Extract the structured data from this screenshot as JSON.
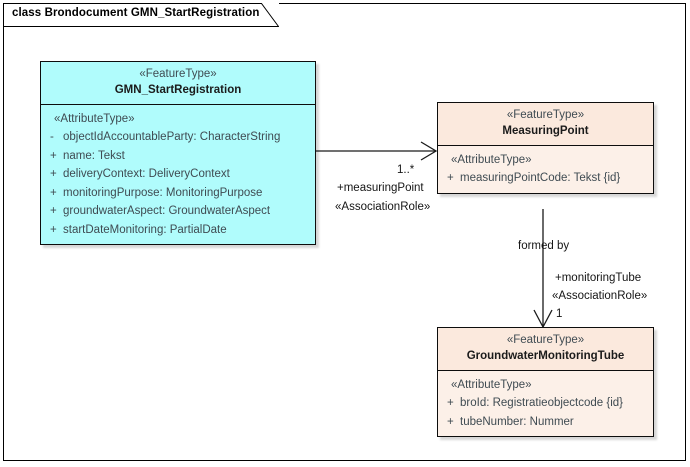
{
  "diagram": {
    "title": "class Brondocument GMN_StartRegistration",
    "type": "uml-class-diagram",
    "colors": {
      "class_cyan_fill": "#b0fcfc",
      "class_peach_fill": "#fbe9dd",
      "class_peach_body_fill": "#fcf0e8",
      "border": "#0d0d0d",
      "attribute_text": "#3f4b52",
      "background": "#ffffff"
    },
    "classes": [
      {
        "id": "gmn-startregistration",
        "stereotype": "«FeatureType»",
        "name": "GMN_StartRegistration",
        "attribute_stereotype": "«AttributeType»",
        "attributes": [
          {
            "visibility": "-",
            "text": "objectIdAccountableParty: CharacterString"
          },
          {
            "visibility": "+",
            "text": "name: Tekst"
          },
          {
            "visibility": "+",
            "text": "deliveryContext: DeliveryContext"
          },
          {
            "visibility": "+",
            "text": "monitoringPurpose: MonitoringPurpose"
          },
          {
            "visibility": "+",
            "text": "groundwaterAspect: GroundwaterAspect"
          },
          {
            "visibility": "+",
            "text": "startDateMonitoring: PartialDate"
          }
        ]
      },
      {
        "id": "measuringpoint",
        "stereotype": "«FeatureType»",
        "name": "MeasuringPoint",
        "attribute_stereotype": "«AttributeType»",
        "attributes": [
          {
            "visibility": "+",
            "text": "measuringPointCode: Tekst {id}"
          }
        ]
      },
      {
        "id": "groundwatermonitoringtube",
        "stereotype": "«FeatureType»",
        "name": "GroundwaterMonitoringTube",
        "attribute_stereotype": "«AttributeType»",
        "attributes": [
          {
            "visibility": "+",
            "text": "broId: Registratieobjectcode {id}"
          },
          {
            "visibility": "+",
            "text": "tubeNumber: Nummer"
          }
        ]
      }
    ],
    "associations": [
      {
        "id": "gmn-to-measuringpoint",
        "source": "GMN_StartRegistration",
        "target": "MeasuringPoint",
        "multiplicity": "1..*",
        "role": "+measuringPoint",
        "stereotype": "«AssociationRole»",
        "name": ""
      },
      {
        "id": "measuringpoint-to-tube",
        "source": "MeasuringPoint",
        "target": "GroundwaterMonitoringTube",
        "multiplicity": "1",
        "role": "+monitoringTube",
        "stereotype": "«AssociationRole»",
        "name": "formed by"
      }
    ]
  }
}
